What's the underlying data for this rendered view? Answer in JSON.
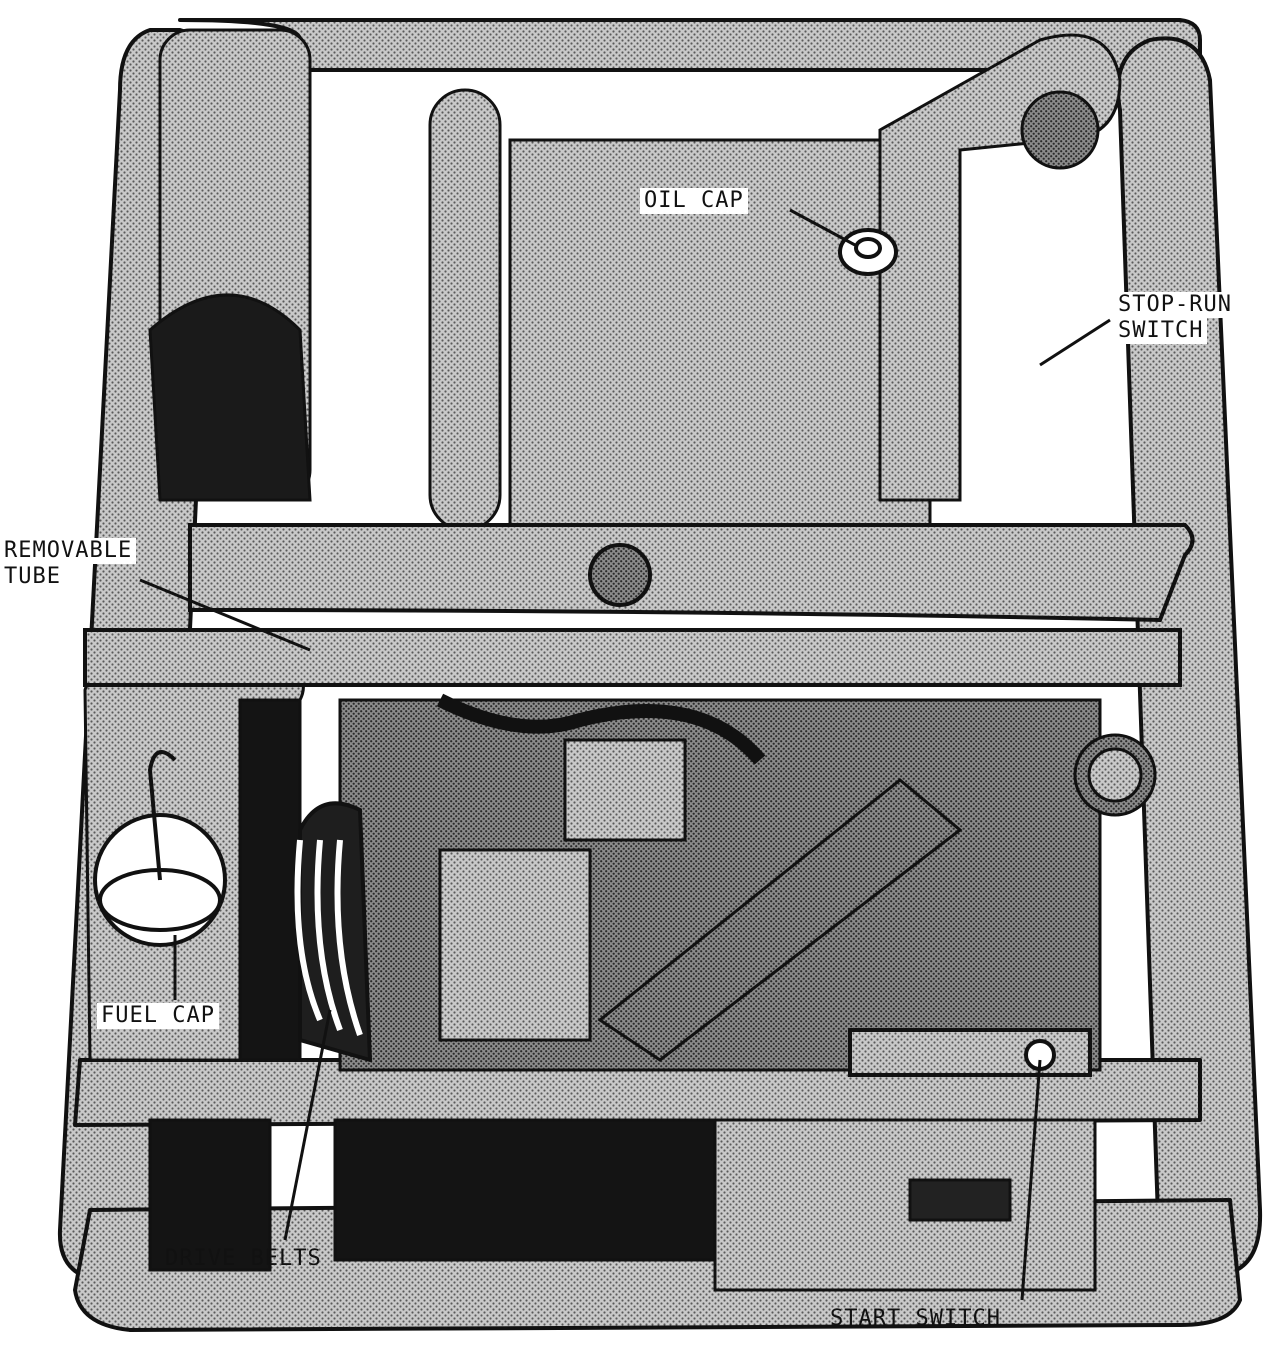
{
  "figure": {
    "labels": {
      "oil_cap": "OIL CAP",
      "stop_run_switch_line1": "STOP-RUN",
      "stop_run_switch_line2": "SWITCH",
      "removable_tube_line1": "REMOVABLE",
      "removable_tube_line2": "TUBE",
      "fuel_cap": "FUEL CAP",
      "drive_belts": "DRIVE BELTS",
      "start_switch": "START SWITCH"
    },
    "colors": {
      "ink": "#111111",
      "paper": "#ffffff",
      "halftone_light": "#bdbdbd",
      "halftone_mid": "#8a8a8a",
      "shadow": "#141414"
    }
  }
}
